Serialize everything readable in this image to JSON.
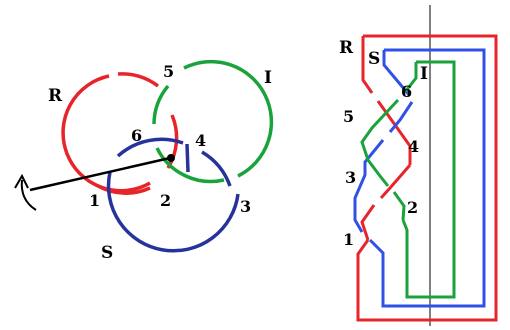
{
  "colors": {
    "red": "#e8242b",
    "green": "#1aa33b",
    "blue": "#3050e6",
    "navy": "#26339a",
    "black": "#000000"
  },
  "left_figure": {
    "rings": [
      "R",
      "I",
      "S"
    ],
    "crossings": [
      "5",
      "6",
      "4",
      "1",
      "2",
      "3"
    ]
  },
  "right_figure": {
    "strands": [
      "R",
      "S",
      "I"
    ],
    "crossings": [
      "6",
      "5",
      "4",
      "3",
      "2",
      "1"
    ]
  }
}
